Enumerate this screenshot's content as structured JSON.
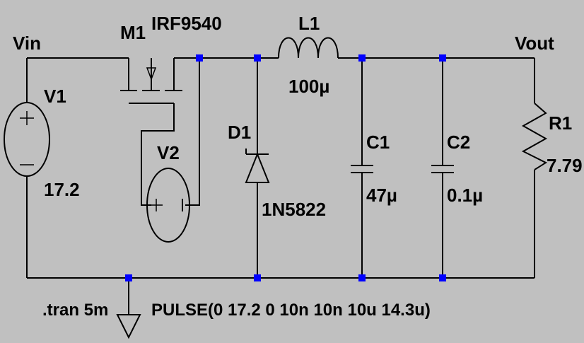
{
  "colors": {
    "background": "#c0c0c0",
    "wire": "#000000",
    "node": "#0000ff"
  },
  "nets": {
    "vin": "Vin",
    "vout": "Vout"
  },
  "components": {
    "v1": {
      "name": "V1",
      "value": "17.2"
    },
    "m1": {
      "name": "M1",
      "model": "IRF9540"
    },
    "v2": {
      "name": "V2"
    },
    "l1": {
      "name": "L1",
      "value": "100µ"
    },
    "d1": {
      "name": "D1",
      "model": "1N5822"
    },
    "c1": {
      "name": "C1",
      "value": "47µ"
    },
    "c2": {
      "name": "C2",
      "value": "0.1µ"
    },
    "r1": {
      "name": "R1",
      "value": "7.79"
    }
  },
  "directives": {
    "tran": ".tran 5m",
    "pulse": "PULSE(0 17.2 0 10n 10n 10u 14.3u)"
  }
}
